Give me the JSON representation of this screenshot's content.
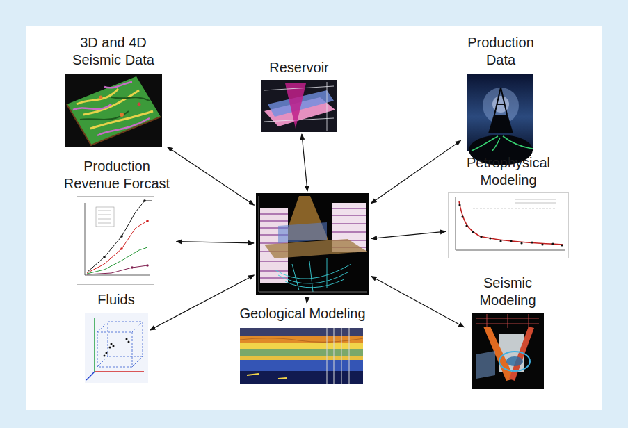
{
  "diagram": {
    "nodes": [
      {
        "text": [
          "3D and 4D Seismic Data"
        ]
      },
      {
        "text": [
          "Reservoir"
        ]
      },
      {
        "text": [
          "Production Data"
        ]
      },
      {
        "text": [
          "Production Revenue Forcast"
        ]
      },
      {
        "text": []
      },
      {
        "text": [
          "Petrophysical Modeling"
        ]
      },
      {
        "text": [
          "Fluids"
        ]
      },
      {
        "text": [
          "Geological Modeling"
        ]
      },
      {
        "text": [
          "Seismic Modeling"
        ]
      }
    ],
    "edges": [
      {
        "from": 4,
        "to": 0,
        "arrow": "both"
      },
      {
        "from": 4,
        "to": 1,
        "arrow": "both"
      },
      {
        "from": 4,
        "to": 2,
        "arrow": "both"
      },
      {
        "from": 4,
        "to": 3,
        "arrow": "both"
      },
      {
        "from": 4,
        "to": 5,
        "arrow": "both"
      },
      {
        "from": 4,
        "to": 6,
        "arrow": "both"
      },
      {
        "from": 4,
        "to": 7,
        "arrow": "to"
      },
      {
        "from": 4,
        "to": 8,
        "arrow": "both"
      }
    ]
  }
}
